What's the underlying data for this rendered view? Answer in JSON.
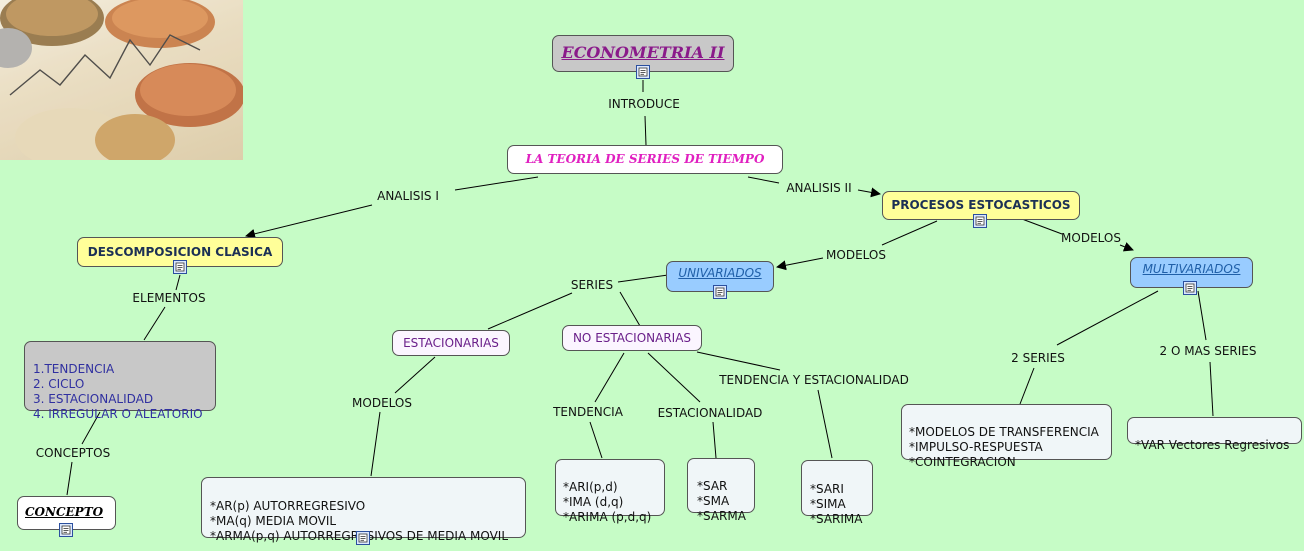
{
  "nodes": {
    "root": "ECONOMETRIA II",
    "teoria": "LA TEORIA DE SERIES DE TIEMPO",
    "descomposicion": "DESCOMPOSICION CLASICA",
    "procesos": "PROCESOS ESTOCASTICOS",
    "univariados": "UNIVARIADOS",
    "multivariados": "MULTIVARIADOS",
    "elementos_list": "1.TENDENCIA\n2. CICLO\n3. ESTACIONALIDAD\n4. IRREGULAR O ALEATORIO",
    "concepto": "CONCEPTO",
    "estacionarias": "ESTACIONARIAS",
    "no_estacionarias": "NO ESTACIONARIAS",
    "ar_models": "*AR(p) AUTORREGRESIVO\n*MA(q) MEDIA MOVIL\n*ARMA(p,q) AUTORREGRESIVOS DE MEDIA MOVIL",
    "ari_models": "*ARI(p,d)\n*IMA (d,q)\n*ARIMA (p,d,q)",
    "sar_models": "*SAR\n*SMA\n*SARMA",
    "sari_models": "*SARI\n*SIMA\n*SARIMA",
    "transfer_models": "*MODELOS DE TRANSFERENCIA\n*IMPULSO-RESPUESTA\n*COINTEGRACION",
    "var_models": "*VAR Vectores Regresivos"
  },
  "links": {
    "introduce": "INTRODUCE",
    "analisis1": "ANALISIS I",
    "analisis2": "ANALISIS II",
    "elementos": "ELEMENTOS",
    "conceptos": "CONCEPTOS",
    "modelos_uni": "MODELOS",
    "modelos_multi": "MODELOS",
    "series": "SERIES",
    "modelos_est": "MODELOS",
    "tendencia": "TENDENCIA",
    "estacionalidad": "ESTACIONALIDAD",
    "tend_estac": "TENDENCIA Y ESTACIONALIDAD",
    "dos_series": "2 SERIES",
    "dos_mas": "2 O MAS SERIES"
  },
  "colors": {
    "background": "#c6fcc6",
    "yellow_node": "#ffff99",
    "blue_node": "#99ccff",
    "grey_node": "#c8c8c8",
    "root_node": "#c8c8c8",
    "title_text": "#8a1a8a",
    "teoria_text": "#e020c0"
  },
  "icons": {
    "resource": "document-icon",
    "header_image": "coins-photo"
  }
}
